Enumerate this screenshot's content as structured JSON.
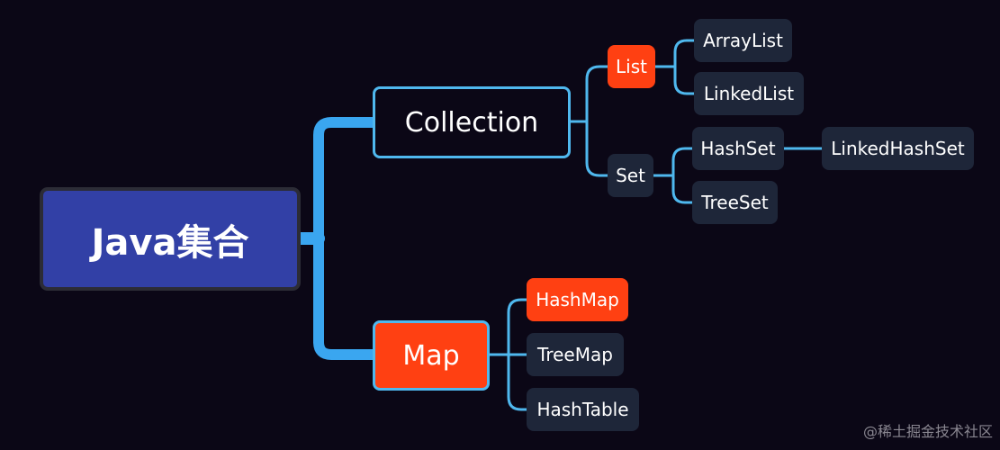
{
  "root": {
    "label": "Java集合"
  },
  "collection": {
    "label": "Collection",
    "list": {
      "label": "List",
      "children": [
        "ArrayList",
        "LinkedList"
      ]
    },
    "set": {
      "label": "Set",
      "children": [
        "HashSet",
        "TreeSet"
      ],
      "hashset_child": "LinkedHashSet"
    }
  },
  "map": {
    "label": "Map",
    "children": [
      "HashMap",
      "TreeMap",
      "HashTable"
    ]
  },
  "colors": {
    "background": "#0b0716",
    "root_fill": "#3240a6",
    "highlight": "#ff4012",
    "leaf_fill": "#1e2639",
    "connector": "#4fb8ee"
  },
  "watermark": "@稀土掘金技术社区"
}
